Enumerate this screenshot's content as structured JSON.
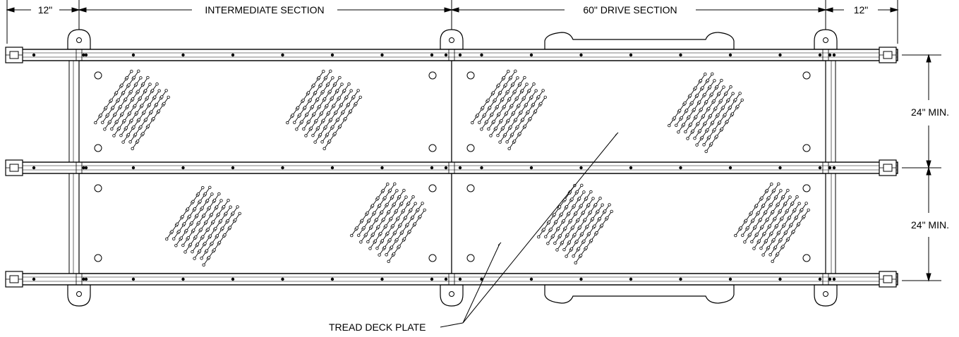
{
  "dimensions": {
    "left_end": "12\"",
    "intermediate": "INTERMEDIATE SECTION",
    "drive": "60\" DRIVE SECTION",
    "right_end": "12\"",
    "upper_lane": "24\" MIN.",
    "lower_lane": "24\" MIN."
  },
  "callout": {
    "label": "TREAD DECK PLATE"
  },
  "colors": {
    "line": "#000000",
    "background": "#ffffff"
  }
}
